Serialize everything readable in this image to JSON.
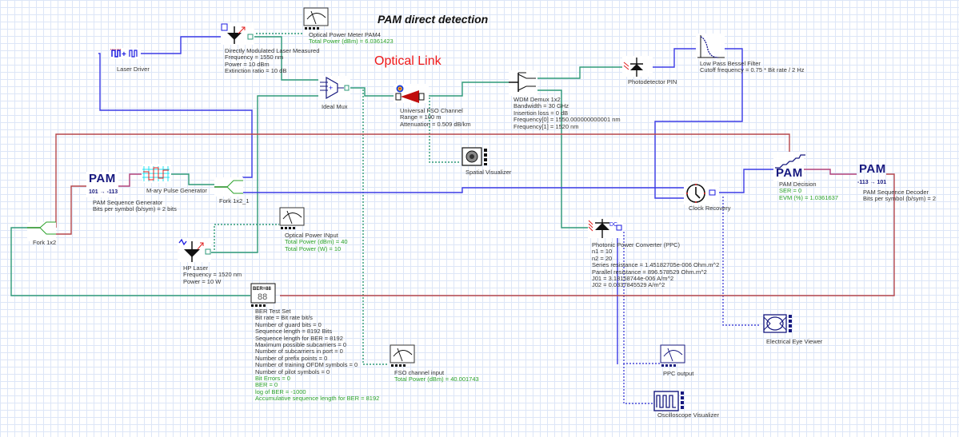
{
  "title": "PAM direct detection",
  "section_label": "Optical Link",
  "components": {
    "laser_driver": {
      "name": "Laser Driver"
    },
    "dml": {
      "name": "Directly Modulated Laser Measured",
      "params": [
        "Frequency = 1550  nm",
        "Power = 10  dBm",
        "Extinction ratio = 10  dB"
      ]
    },
    "opm_pam4": {
      "name": "Optical Power Meter PAM4",
      "results": [
        "Total Power (dBm) = 6.0361423"
      ]
    },
    "ideal_mux": {
      "name": "Ideal Mux"
    },
    "fso": {
      "name": "Universal FSO Channel",
      "params": [
        "Range = 100  m",
        "Attenuation = 0.509  dB/km"
      ]
    },
    "wdm_demux": {
      "name": "WDM Demux 1x2",
      "params": [
        "Bandwidth = 30  GHz",
        "Insertion loss = 0  dB",
        "Frequency[0] = 1550.000000000001  nm",
        "Frequency[1] = 1520  nm"
      ]
    },
    "pin": {
      "name": "Photodetector PIN"
    },
    "bessel": {
      "name": "Low Pass Bessel Filter",
      "params": [
        "Cutoff frequency = 0.75 * Bit rate / 2  Hz"
      ]
    },
    "spatial": {
      "name": "Spatial Visualizer"
    },
    "pam_gen": {
      "name": "PAM Sequence Generator",
      "icon_text": "PAM",
      "icon_sub": "101 → -113",
      "params": [
        "Bits per symbol (b/sym) = 2  bits"
      ]
    },
    "mary": {
      "name": "M-ary Pulse Generator"
    },
    "fork1": {
      "name": "Fork 1x2_1"
    },
    "fork0": {
      "name": "Fork 1x2"
    },
    "hp_laser": {
      "name": "HP Laser",
      "params": [
        "Frequency = 1520  nm",
        "Power = 10  W"
      ]
    },
    "opm_input": {
      "name": "Optical Power  INput",
      "results": [
        "Total Power (dBm) = 40",
        "Total Power (W) = 10"
      ]
    },
    "ber": {
      "name": "BER Test Set",
      "params": [
        "Bit rate = Bit rate  bit/s",
        "Number of guard bits = 0",
        "Sequence length = 8192  Bits",
        "Sequence length for BER = 8192",
        "Maximum possible subcarriers = 0",
        "Number of subcarriers in port = 0",
        "Number of prefix points = 0",
        "Number of training OFDM symbols = 0",
        "Number of pilot symbols = 0"
      ],
      "results": [
        "Bit Errors = 0",
        "BER = 0",
        "log of BER = -1000",
        "Accumulative sequence length for BER = 8192"
      ]
    },
    "fso_input": {
      "name": "FSO channel input",
      "results": [
        "Total Power (dBm) = 40.001743"
      ]
    },
    "ppc": {
      "name": "Photonic Power Converter (PPC)",
      "params": [
        "n1 = 10",
        "n2 = 20",
        "Series resistance = 1.45182705e-006  Ohm.m^2",
        "Parallel resistance = 896.578529  Ohm.m^2",
        "J01 = 3.18158744e-006  A/m^2",
        "J02 = 0.0337845529  A/m^2"
      ]
    },
    "clock": {
      "name": "Clock Recovery"
    },
    "pam_dec": {
      "name": "PAM Decision",
      "icon_text": "PAM",
      "results": [
        "SER = 0",
        "EVM (%) = 1.0361637"
      ]
    },
    "pam_seq_dec": {
      "name": "PAM Sequence Decoder",
      "icon_text": "PAM",
      "icon_sub": "-113 → 101",
      "params": [
        "Bits per symbol (b/sym) = 2"
      ]
    },
    "eye": {
      "name": "Electrical Eye Viewer"
    },
    "ppc_out": {
      "name": "PPC output"
    },
    "osc": {
      "name": "Oscilloscope Visualizer"
    }
  }
}
